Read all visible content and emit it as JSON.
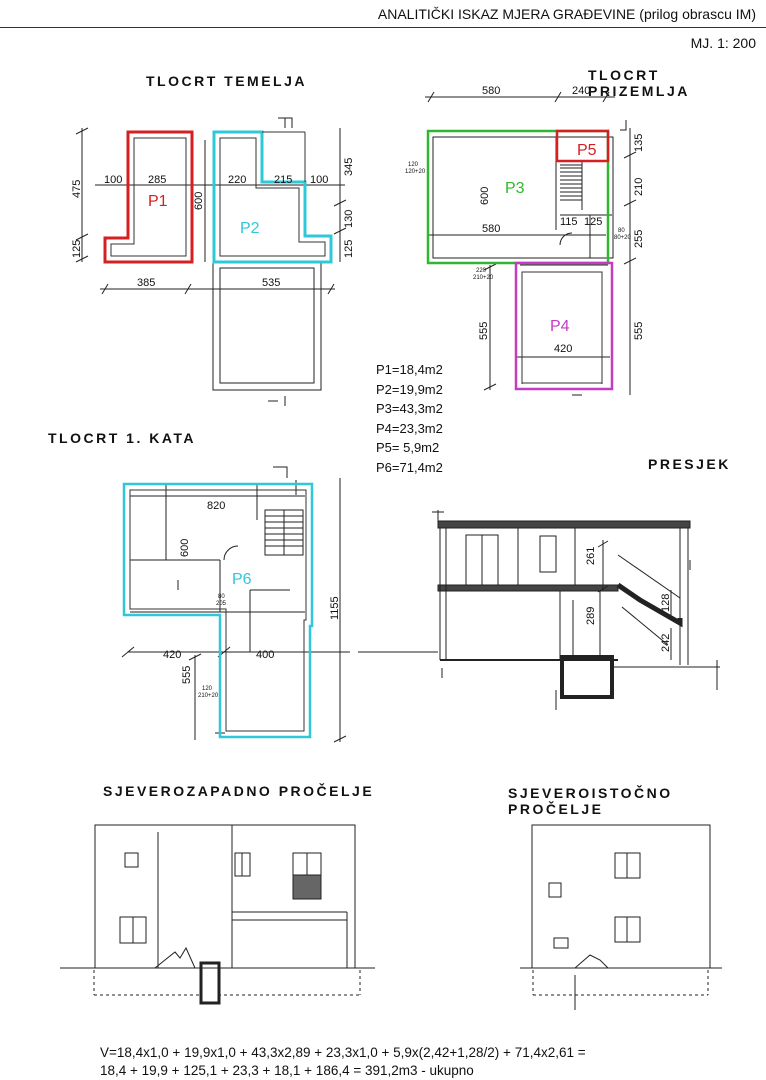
{
  "header": {
    "title": "ANALITIČKI ISKAZ MJERA GRAĐEVINE (prilog obrascu IM)",
    "scale": "MJ. 1: 200"
  },
  "sections": {
    "foundation": "TLOCRT TEMELJA",
    "ground": "TLOCRT PRIZEMLJA",
    "first_floor": "TLOCRT 1. KATA",
    "section": "PRESJEK",
    "elevation_nw": "SJEVEROZAPADNO PROČELJE",
    "elevation_ne": "SJEVEROISTOČNO PROČELJE"
  },
  "zones": {
    "p1": "P1",
    "p2": "P2",
    "p3": "P3",
    "p4": "P4",
    "p5": "P5",
    "p6": "P6",
    "colors": {
      "p1": "#d42020",
      "p2": "#2ec8d8",
      "p3": "#2fb82f",
      "p4": "#c43cc4",
      "p5": "#d42020",
      "p6": "#2ec8d8"
    }
  },
  "areas": [
    "P1=18,4m2",
    "P2=19,9m2",
    "P3=43,3m2",
    "P4=23,3m2",
    "P5=  5,9m2",
    "P6=71,4m2"
  ],
  "dims": {
    "foundation": {
      "top": [
        "100",
        "285",
        "220",
        "215",
        "100"
      ],
      "left": [
        "475",
        "125"
      ],
      "inner": "600",
      "right": [
        "345",
        "130",
        "125"
      ],
      "bottom": [
        "385",
        "535"
      ]
    },
    "ground": {
      "top": [
        "580",
        "240"
      ],
      "inner_h": "600",
      "inner_w": "580",
      "stair": [
        "115",
        "125"
      ],
      "right": [
        "135",
        "210",
        "255",
        "555"
      ],
      "left": "555",
      "lower_w": "420"
    },
    "first": {
      "width": "820",
      "inner_h": "600",
      "total_h": "1155",
      "lower_w": [
        "420",
        "400"
      ],
      "lower_h": "555"
    },
    "section": [
      "261",
      "289",
      "128",
      "242"
    ],
    "window_tags": [
      "120",
      "120+20",
      "80",
      "80+20",
      "220",
      "210+20",
      "80",
      "205",
      "120",
      "210+20"
    ]
  },
  "formula": {
    "line1": "V=18,4x1,0 + 19,9x1,0 + 43,3x2,89 + 23,3x1,0 + 5,9x(2,42+1,28/2) + 71,4x2,61 =",
    "line2": "18,4 + 19,9 + 125,1 + 23,3 + 18,1 + 186,4 = 391,2m3 - ukupno"
  }
}
